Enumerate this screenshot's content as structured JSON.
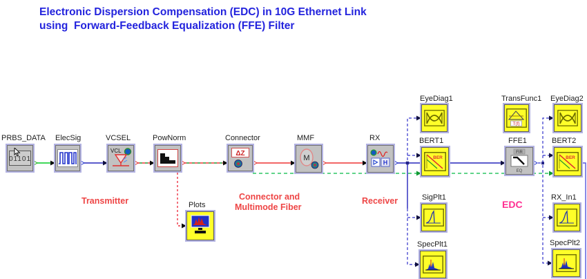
{
  "title": {
    "line1": "Electronic Dispersion Compensation (EDC) in 10G Ethernet Link",
    "line2": "using  Forward-Feedback Equalization (FFE) Filter"
  },
  "section_labels": {
    "transmitter": "Transmitter",
    "fiber_line1": "Connector and",
    "fiber_line2": "Multimode Fiber",
    "receiver": "Receiver",
    "edc": "EDC"
  },
  "blocks": {
    "prbs": {
      "label": "PRBS_DATA",
      "icon_text": "01101"
    },
    "elecsig": {
      "label": "ElecSig"
    },
    "vcsel": {
      "label": "VCSEL",
      "icon_text": "VCL"
    },
    "pownorm": {
      "label": "PowNorm"
    },
    "connector": {
      "label": "Connector",
      "icon_text": "ΔZ"
    },
    "mmf": {
      "label": "MMF",
      "icon_text": "M"
    },
    "rx": {
      "label": "RX",
      "icon_text": "H"
    },
    "plots": {
      "label": "Plots"
    },
    "eyediag1": {
      "label": "EyeDiag1"
    },
    "bert1": {
      "label": "BERT1",
      "icon_text": "BER"
    },
    "sigplt1": {
      "label": "SigPlt1"
    },
    "specplt1": {
      "label": "SpecPlt1"
    },
    "transfunc1": {
      "label": "TransFunc1",
      "icon_text": "T(f)"
    },
    "eyediag2": {
      "label": "EyeDiag2"
    },
    "ffe1": {
      "label": "FFE1",
      "icon_top": "FIR",
      "icon_bottom": "EQ"
    },
    "bert2": {
      "label": "BERT2",
      "icon_text": "BER"
    },
    "rxin1": {
      "label": "RX_In1"
    },
    "specplt2": {
      "label": "SpecPlt2"
    }
  },
  "colors": {
    "title_text": "#2323dd",
    "section_label": "#ee4545",
    "edc_label": "#ff2f92",
    "module_fill": "#c2c2c2",
    "monitor_fill": "#ffff29",
    "optical_wire": "#ee3333",
    "electrical_wire": "#2525bb",
    "logical_wire": "#00bb44",
    "monitor_wire": "#3434cc"
  }
}
